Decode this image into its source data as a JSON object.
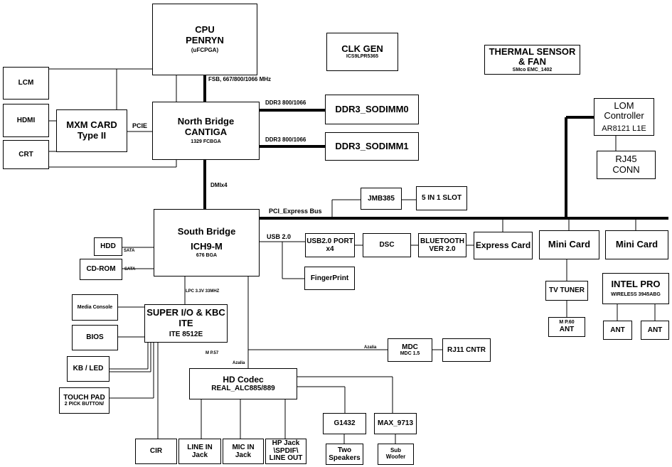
{
  "cpu": {
    "line1": "CPU",
    "line2": "PENRYN",
    "line3": "(uFCPGA)"
  },
  "clk": {
    "title": "CLK GEN",
    "sub": "ICS9LPR5365"
  },
  "thermal": {
    "line1": "THERMAL SENSOR",
    "line2": "& FAN",
    "sub": "SMco EMC_1402"
  },
  "north_bridge": {
    "line1": "North Bridge",
    "line2": "CANTIGA",
    "sub": "1329 FCBGA"
  },
  "south_bridge": {
    "line1": "South Bridge",
    "line2": "ICH9-M",
    "sub": "676 BGA"
  },
  "mxm": {
    "line1": "MXM CARD",
    "line2": "Type II"
  },
  "lcm": "LCM",
  "hdmi": "HDMI",
  "crt": "CRT",
  "ddr0": "DDR3_SODIMM0",
  "ddr1": "DDR3_SODIMM1",
  "lom": {
    "line1": "LOM",
    "line2": "Controller",
    "sub": "AR8121 L1E"
  },
  "rj45": {
    "line1": "RJ45",
    "line2": "CONN"
  },
  "jmb": "JMB385",
  "five_in_one": "5 IN 1 SLOT",
  "usb_port": {
    "line1": "USB2.0 PORT",
    "line2": "x4"
  },
  "dsc": "DSC",
  "bluetooth": {
    "line1": "BLUETOOTH",
    "line2": "VER 2.0"
  },
  "express_card": "Express Card",
  "mini_card_1": "Mini Card",
  "mini_card_2": "Mini Card",
  "tv_tuner": "TV TUNER",
  "tv_ant": {
    "sub": "M P.60",
    "label": "ANT"
  },
  "intel_pro": {
    "line1": "INTEL PRO",
    "sub": "WIRELESS 3945ABG"
  },
  "ant_a": "ANT",
  "ant_b": "ANT",
  "fingerprint": "FingerPrint",
  "hdd": "HDD",
  "cdrom": "CD-ROM",
  "media_console": "Media Console",
  "super_io": {
    "line1": "SUPER I/O & KBC",
    "line2": "ITE",
    "line3": "ITE 8512E"
  },
  "bios": "BIOS",
  "kb_led": "KB / LED",
  "touchpad": {
    "line1": "TOUCH PAD",
    "line2": "2 PICK BUTTON/"
  },
  "mdc": {
    "title": "MDC",
    "sub": "MDC 1.5"
  },
  "rj11": "RJ11 CNTR",
  "hd_codec": {
    "line1": "HD Codec",
    "line2": "REAL_ALC885/889"
  },
  "g1432": "G1432",
  "max9713": "MAX_9713",
  "two_speakers": {
    "line1": "Two",
    "line2": "Speakers"
  },
  "sub_woofer": {
    "line1": "Sub",
    "line2": "Woofer"
  },
  "cir": "CIR",
  "line_in": {
    "line1": "LINE IN",
    "line2": "Jack"
  },
  "mic_in": {
    "line1": "MIC IN",
    "line2": "Jack"
  },
  "hp_jack": {
    "line1": "HP Jack",
    "line2": "\\SPDIF\\",
    "line3": "LINE OUT"
  },
  "labels": {
    "fsb": "FSB, 667/800/1066 MHz",
    "pcie": "PCIE",
    "ddr_a": "DDR3 800/1066",
    "ddr_b": "DDR3 800/1066",
    "dmi": "DMIx4",
    "pci_express": "PCI_Express Bus",
    "usb": "USB 2.0",
    "sata_hdd": "SATA",
    "sata_cdrom": "SATA",
    "lpc": "LPC 3.3V 33MHZ",
    "mp57": "M P.57",
    "azalia_a": "Azalia",
    "azalia_b": "Azalia"
  }
}
